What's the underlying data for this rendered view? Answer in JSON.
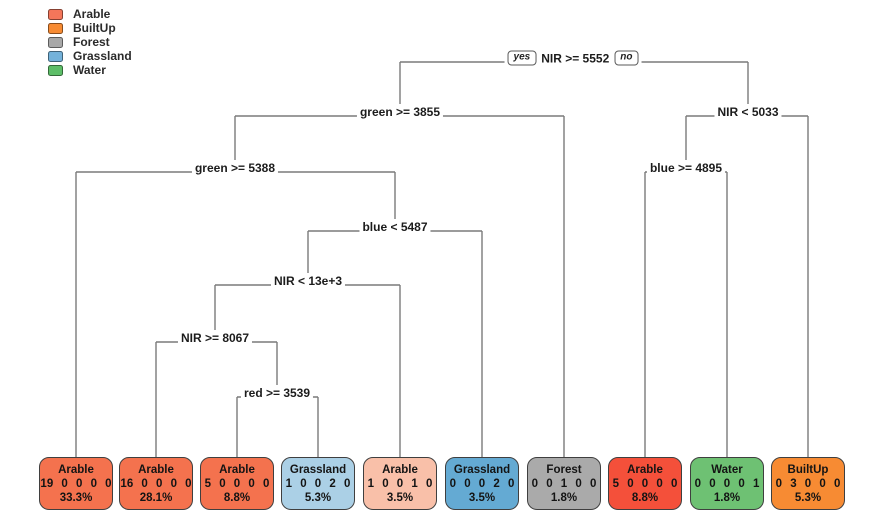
{
  "legend": {
    "items": [
      {
        "label": "Arable",
        "color": "#f4765a"
      },
      {
        "label": "BuiltUp",
        "color": "#f78b33"
      },
      {
        "label": "Forest",
        "color": "#a8a8a8"
      },
      {
        "label": "Grassland",
        "color": "#74b2da"
      },
      {
        "label": "Water",
        "color": "#5dbe68"
      }
    ]
  },
  "branch_labels": {
    "yes": "yes",
    "no": "no"
  },
  "tree": {
    "splits": [
      {
        "id": "root",
        "label": "NIR >= 5552"
      },
      {
        "id": "green3855",
        "label": "green >= 3855"
      },
      {
        "id": "nir5033",
        "label": "NIR < 5033"
      },
      {
        "id": "green5388",
        "label": "green >= 5388"
      },
      {
        "id": "blue4895",
        "label": "blue >= 4895"
      },
      {
        "id": "blue5487",
        "label": "blue < 5487"
      },
      {
        "id": "nir13e3",
        "label": "NIR < 13e+3"
      },
      {
        "id": "nir8067",
        "label": "NIR >= 8067"
      },
      {
        "id": "red3539",
        "label": "red >= 3539"
      }
    ],
    "leaves": [
      {
        "id": "leaf1",
        "class_label": "Arable",
        "counts": "19 0 0 0 0",
        "percent": "33.3%",
        "color": "#f4724e"
      },
      {
        "id": "leaf2",
        "class_label": "Arable",
        "counts": "16 0 0 0 0",
        "percent": "28.1%",
        "color": "#f4724e"
      },
      {
        "id": "leaf3",
        "class_label": "Arable",
        "counts": "5 0 0 0 0",
        "percent": "8.8%",
        "color": "#f4724e"
      },
      {
        "id": "leaf4",
        "class_label": "Grassland",
        "counts": "1 0 0 2 0",
        "percent": "5.3%",
        "color": "#abd0e6"
      },
      {
        "id": "leaf5",
        "class_label": "Arable",
        "counts": "1 0 0 1 0",
        "percent": "3.5%",
        "color": "#f9c0a9"
      },
      {
        "id": "leaf6",
        "class_label": "Grassland",
        "counts": "0 0 0 2 0",
        "percent": "3.5%",
        "color": "#64aad3"
      },
      {
        "id": "leaf7",
        "class_label": "Forest",
        "counts": "0 0 1 0 0",
        "percent": "1.8%",
        "color": "#aaaaaa"
      },
      {
        "id": "leaf8",
        "class_label": "Arable",
        "counts": "5 0 0 0 0",
        "percent": "8.8%",
        "color": "#f4503a"
      },
      {
        "id": "leaf9",
        "class_label": "Water",
        "counts": "0 0 0 0 1",
        "percent": "1.8%",
        "color": "#6ec173"
      },
      {
        "id": "leaf10",
        "class_label": "BuiltUp",
        "counts": "0 3 0 0 0",
        "percent": "5.3%",
        "color": "#f78b33"
      }
    ]
  }
}
